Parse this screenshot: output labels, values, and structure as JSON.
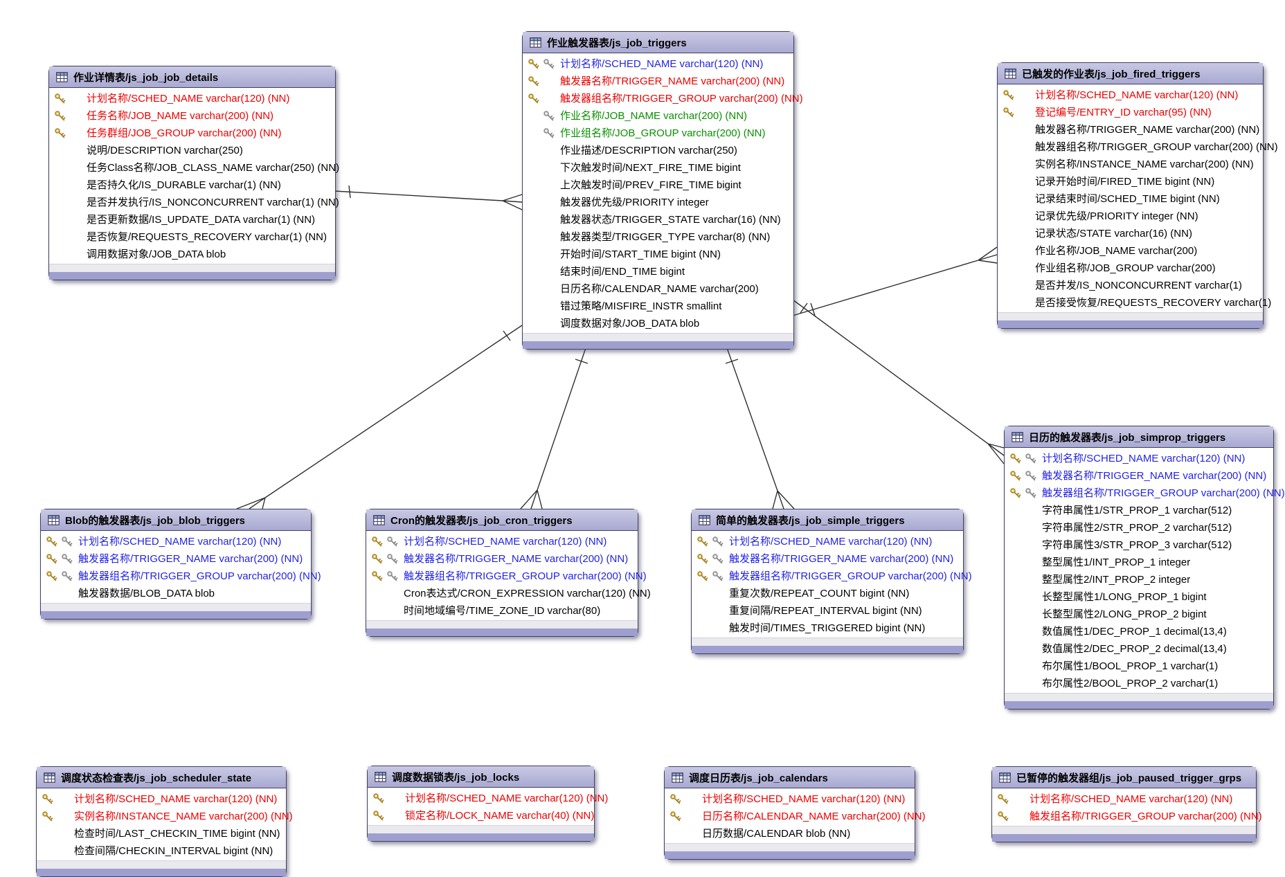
{
  "diagram": {
    "role_colors": {
      "pk": "#ee0000",
      "pkfk": "#2323e5",
      "fk": "#0a9000",
      "plain": "#000000"
    },
    "key_colors": {
      "gold": {
        "fill": "#e7cd6a",
        "stroke": "#a8862a"
      },
      "silver": {
        "fill": "#d9d9d9",
        "stroke": "#8c8c8c"
      }
    },
    "tables": [
      {
        "id": "job_details",
        "title": "作业详情表/js_job_job_details",
        "columns": [
          {
            "label": "计划名称/SCHED_NAME varchar(120) (NN)",
            "role": "pk",
            "keys": [
              "gold"
            ]
          },
          {
            "label": "任务名称/JOB_NAME varchar(200) (NN)",
            "role": "pk",
            "keys": [
              "gold"
            ]
          },
          {
            "label": "任务群组/JOB_GROUP varchar(200) (NN)",
            "role": "pk",
            "keys": [
              "gold"
            ]
          },
          {
            "label": "说明/DESCRIPTION varchar(250)",
            "role": "plain",
            "keys": []
          },
          {
            "label": "任务Class名称/JOB_CLASS_NAME varchar(250) (NN)",
            "role": "plain",
            "keys": []
          },
          {
            "label": "是否持久化/IS_DURABLE varchar(1) (NN)",
            "role": "plain",
            "keys": []
          },
          {
            "label": "是否并发执行/IS_NONCONCURRENT varchar(1) (NN)",
            "role": "plain",
            "keys": []
          },
          {
            "label": "是否更新数据/IS_UPDATE_DATA varchar(1) (NN)",
            "role": "plain",
            "keys": []
          },
          {
            "label": "是否恢复/REQUESTS_RECOVERY varchar(1) (NN)",
            "role": "plain",
            "keys": []
          },
          {
            "label": "调用数据对象/JOB_DATA blob",
            "role": "plain",
            "keys": []
          }
        ]
      },
      {
        "id": "triggers",
        "title": "作业触发器表/js_job_triggers",
        "columns": [
          {
            "label": "计划名称/SCHED_NAME varchar(120) (NN)",
            "role": "pkfk",
            "keys": [
              "gold",
              "silver"
            ]
          },
          {
            "label": "触发器名称/TRIGGER_NAME varchar(200) (NN)",
            "role": "pk",
            "keys": [
              "gold"
            ]
          },
          {
            "label": "触发器组名称/TRIGGER_GROUP varchar(200) (NN)",
            "role": "pk",
            "keys": [
              "gold"
            ]
          },
          {
            "label": "作业名称/JOB_NAME varchar(200) (NN)",
            "role": "fk",
            "keys": [
              "silver"
            ]
          },
          {
            "label": "作业组名称/JOB_GROUP varchar(200) (NN)",
            "role": "fk",
            "keys": [
              "silver"
            ]
          },
          {
            "label": "作业描述/DESCRIPTION varchar(250)",
            "role": "plain",
            "keys": []
          },
          {
            "label": "下次触发时间/NEXT_FIRE_TIME bigint",
            "role": "plain",
            "keys": []
          },
          {
            "label": "上次触发时间/PREV_FIRE_TIME bigint",
            "role": "plain",
            "keys": []
          },
          {
            "label": "触发器优先级/PRIORITY integer",
            "role": "plain",
            "keys": []
          },
          {
            "label": "触发器状态/TRIGGER_STATE varchar(16) (NN)",
            "role": "plain",
            "keys": []
          },
          {
            "label": "触发器类型/TRIGGER_TYPE varchar(8) (NN)",
            "role": "plain",
            "keys": []
          },
          {
            "label": "开始时间/START_TIME bigint (NN)",
            "role": "plain",
            "keys": []
          },
          {
            "label": "结束时间/END_TIME bigint",
            "role": "plain",
            "keys": []
          },
          {
            "label": "日历名称/CALENDAR_NAME varchar(200)",
            "role": "plain",
            "keys": []
          },
          {
            "label": "错过策略/MISFIRE_INSTR smallint",
            "role": "plain",
            "keys": []
          },
          {
            "label": "调度数据对象/JOB_DATA blob",
            "role": "plain",
            "keys": []
          }
        ]
      },
      {
        "id": "fired",
        "title": "已触发的作业表/js_job_fired_triggers",
        "columns": [
          {
            "label": "计划名称/SCHED_NAME varchar(120) (NN)",
            "role": "pk",
            "keys": [
              "gold"
            ]
          },
          {
            "label": "登记编号/ENTRY_ID varchar(95) (NN)",
            "role": "pk",
            "keys": [
              "gold"
            ]
          },
          {
            "label": "触发器名称/TRIGGER_NAME varchar(200) (NN)",
            "role": "plain",
            "keys": []
          },
          {
            "label": "触发器组名称/TRIGGER_GROUP varchar(200) (NN)",
            "role": "plain",
            "keys": []
          },
          {
            "label": "实例名称/INSTANCE_NAME varchar(200) (NN)",
            "role": "plain",
            "keys": []
          },
          {
            "label": "记录开始时间/FIRED_TIME bigint (NN)",
            "role": "plain",
            "keys": []
          },
          {
            "label": "记录结束时间/SCHED_TIME bigint (NN)",
            "role": "plain",
            "keys": []
          },
          {
            "label": "记录优先级/PRIORITY integer (NN)",
            "role": "plain",
            "keys": []
          },
          {
            "label": "记录状态/STATE varchar(16) (NN)",
            "role": "plain",
            "keys": []
          },
          {
            "label": "作业名称/JOB_NAME varchar(200)",
            "role": "plain",
            "keys": []
          },
          {
            "label": "作业组名称/JOB_GROUP varchar(200)",
            "role": "plain",
            "keys": []
          },
          {
            "label": "是否并发/IS_NONCONCURRENT varchar(1)",
            "role": "plain",
            "keys": []
          },
          {
            "label": "是否接受恢复/REQUESTS_RECOVERY varchar(1)",
            "role": "plain",
            "keys": []
          }
        ]
      },
      {
        "id": "simprop",
        "title": "日历的触发器表/js_job_simprop_triggers",
        "columns": [
          {
            "label": "计划名称/SCHED_NAME varchar(120) (NN)",
            "role": "pkfk",
            "keys": [
              "gold",
              "silver"
            ]
          },
          {
            "label": "触发器名称/TRIGGER_NAME varchar(200) (NN)",
            "role": "pkfk",
            "keys": [
              "gold",
              "silver"
            ]
          },
          {
            "label": "触发器组名称/TRIGGER_GROUP varchar(200) (NN)",
            "role": "pkfk",
            "keys": [
              "gold",
              "silver"
            ]
          },
          {
            "label": "字符串属性1/STR_PROP_1 varchar(512)",
            "role": "plain",
            "keys": []
          },
          {
            "label": "字符串属性2/STR_PROP_2 varchar(512)",
            "role": "plain",
            "keys": []
          },
          {
            "label": "字符串属性3/STR_PROP_3 varchar(512)",
            "role": "plain",
            "keys": []
          },
          {
            "label": "整型属性1/INT_PROP_1 integer",
            "role": "plain",
            "keys": []
          },
          {
            "label": "整型属性2/INT_PROP_2 integer",
            "role": "plain",
            "keys": []
          },
          {
            "label": "长整型属性1/LONG_PROP_1 bigint",
            "role": "plain",
            "keys": []
          },
          {
            "label": "长整型属性2/LONG_PROP_2 bigint",
            "role": "plain",
            "keys": []
          },
          {
            "label": "数值属性1/DEC_PROP_1 decimal(13,4)",
            "role": "plain",
            "keys": []
          },
          {
            "label": "数值属性2/DEC_PROP_2 decimal(13,4)",
            "role": "plain",
            "keys": []
          },
          {
            "label": "布尔属性1/BOOL_PROP_1 varchar(1)",
            "role": "plain",
            "keys": []
          },
          {
            "label": "布尔属性2/BOOL_PROP_2 varchar(1)",
            "role": "plain",
            "keys": []
          }
        ]
      },
      {
        "id": "blob",
        "title": "Blob的触发器表/js_job_blob_triggers",
        "columns": [
          {
            "label": "计划名称/SCHED_NAME varchar(120) (NN)",
            "role": "pkfk",
            "keys": [
              "gold",
              "silver"
            ]
          },
          {
            "label": "触发器名称/TRIGGER_NAME varchar(200) (NN)",
            "role": "pkfk",
            "keys": [
              "gold",
              "silver"
            ]
          },
          {
            "label": "触发器组名称/TRIGGER_GROUP varchar(200) (NN)",
            "role": "pkfk",
            "keys": [
              "gold",
              "silver"
            ]
          },
          {
            "label": "触发器数据/BLOB_DATA blob",
            "role": "plain",
            "keys": []
          }
        ]
      },
      {
        "id": "cron",
        "title": "Cron的触发器表/js_job_cron_triggers",
        "columns": [
          {
            "label": "计划名称/SCHED_NAME varchar(120) (NN)",
            "role": "pkfk",
            "keys": [
              "gold",
              "silver"
            ]
          },
          {
            "label": "触发器名称/TRIGGER_NAME varchar(200) (NN)",
            "role": "pkfk",
            "keys": [
              "gold",
              "silver"
            ]
          },
          {
            "label": "触发器组名称/TRIGGER_GROUP varchar(200) (NN)",
            "role": "pkfk",
            "keys": [
              "gold",
              "silver"
            ]
          },
          {
            "label": "Cron表达式/CRON_EXPRESSION varchar(120) (NN)",
            "role": "plain",
            "keys": []
          },
          {
            "label": "时间地域编号/TIME_ZONE_ID varchar(80)",
            "role": "plain",
            "keys": []
          }
        ]
      },
      {
        "id": "simple",
        "title": "简单的触发器表/js_job_simple_triggers",
        "columns": [
          {
            "label": "计划名称/SCHED_NAME varchar(120) (NN)",
            "role": "pkfk",
            "keys": [
              "gold",
              "silver"
            ]
          },
          {
            "label": "触发器名称/TRIGGER_NAME varchar(200) (NN)",
            "role": "pkfk",
            "keys": [
              "gold",
              "silver"
            ]
          },
          {
            "label": "触发器组名称/TRIGGER_GROUP varchar(200) (NN)",
            "role": "pkfk",
            "keys": [
              "gold",
              "silver"
            ]
          },
          {
            "label": "重复次数/REPEAT_COUNT bigint (NN)",
            "role": "plain",
            "keys": []
          },
          {
            "label": "重复间隔/REPEAT_INTERVAL bigint (NN)",
            "role": "plain",
            "keys": []
          },
          {
            "label": "触发时间/TIMES_TRIGGERED bigint (NN)",
            "role": "plain",
            "keys": []
          }
        ]
      },
      {
        "id": "scheduler_state",
        "title": "调度状态检查表/js_job_scheduler_state",
        "columns": [
          {
            "label": "计划名称/SCHED_NAME varchar(120) (NN)",
            "role": "pk",
            "keys": [
              "gold"
            ]
          },
          {
            "label": "实例名称/INSTANCE_NAME varchar(200) (NN)",
            "role": "pk",
            "keys": [
              "gold"
            ]
          },
          {
            "label": "检查时间/LAST_CHECKIN_TIME bigint (NN)",
            "role": "plain",
            "keys": []
          },
          {
            "label": "检查间隔/CHECKIN_INTERVAL bigint (NN)",
            "role": "plain",
            "keys": []
          }
        ]
      },
      {
        "id": "locks",
        "title": "调度数据锁表/js_job_locks",
        "columns": [
          {
            "label": "计划名称/SCHED_NAME varchar(120) (NN)",
            "role": "pk",
            "keys": [
              "gold"
            ]
          },
          {
            "label": "锁定名称/LOCK_NAME varchar(40) (NN)",
            "role": "pk",
            "keys": [
              "gold"
            ]
          }
        ]
      },
      {
        "id": "calendars",
        "title": "调度日历表/js_job_calendars",
        "columns": [
          {
            "label": "计划名称/SCHED_NAME varchar(120) (NN)",
            "role": "pk",
            "keys": [
              "gold"
            ]
          },
          {
            "label": "日历名称/CALENDAR_NAME varchar(200) (NN)",
            "role": "pk",
            "keys": [
              "gold"
            ]
          },
          {
            "label": "日历数据/CALENDAR blob (NN)",
            "role": "plain",
            "keys": []
          }
        ]
      },
      {
        "id": "paused",
        "title": "已暂停的触发器组/js_job_paused_trigger_grps",
        "columns": [
          {
            "label": "计划名称/SCHED_NAME varchar(120) (NN)",
            "role": "pk",
            "keys": [
              "gold"
            ]
          },
          {
            "label": "触发组名称/TRIGGER_GROUP varchar(200) (NN)",
            "role": "pk",
            "keys": [
              "gold"
            ]
          }
        ]
      }
    ]
  }
}
